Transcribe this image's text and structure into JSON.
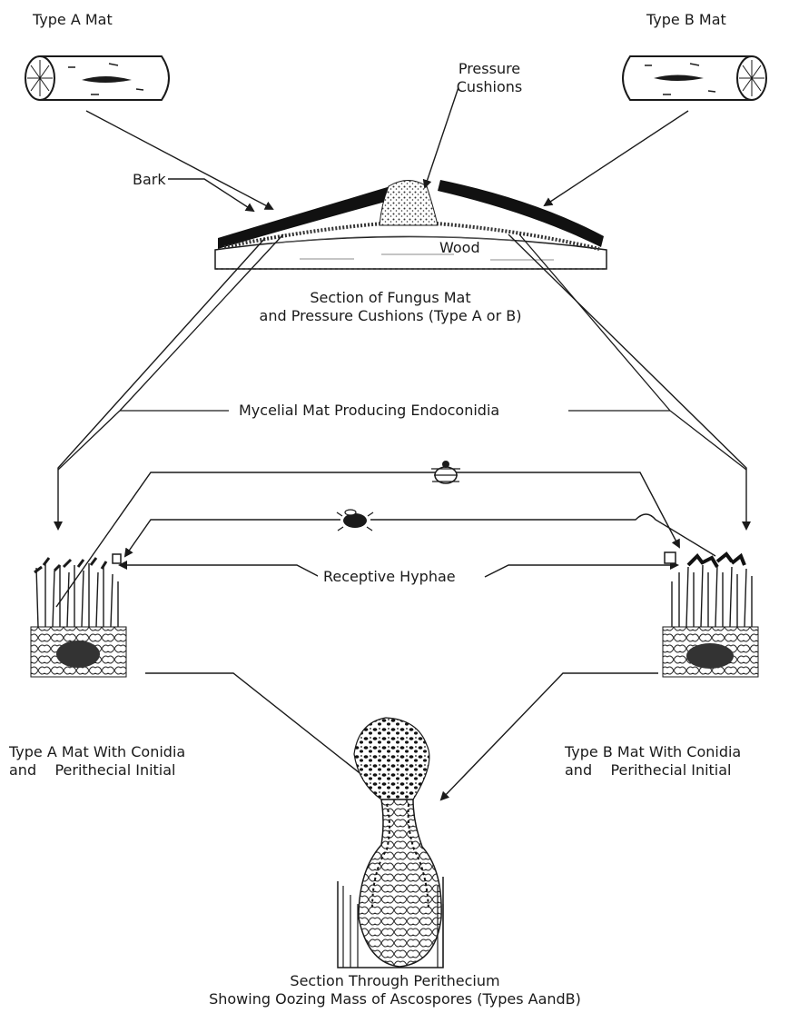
{
  "labels": {
    "type_a_mat": "Type A Mat",
    "type_b_mat": "Type B Mat",
    "pressure_cushions_line1": "Pressure",
    "pressure_cushions_line2": "Cushions",
    "bark": "Bark",
    "wood": "Wood",
    "section_caption_line1": "Section of Fungus Mat",
    "section_caption_line2": "and Pressure Cushions (Type A or B)",
    "mycelial_mat": "Mycelial Mat Producing Endoconidia",
    "receptive_hyphae": "Receptive Hyphae",
    "type_a_caption_line1": "Type A Mat With Conidia",
    "type_a_caption_line2": "and    Perithecial Initial",
    "type_b_caption_line1": "Type B Mat With Conidia",
    "type_b_caption_line2": "and    Perithecial Initial",
    "perithecium_caption_line1": "Section Through Perithecium",
    "perithecium_caption_line2": "Showing Oozing Mass of Ascospores (Types AandB)"
  }
}
